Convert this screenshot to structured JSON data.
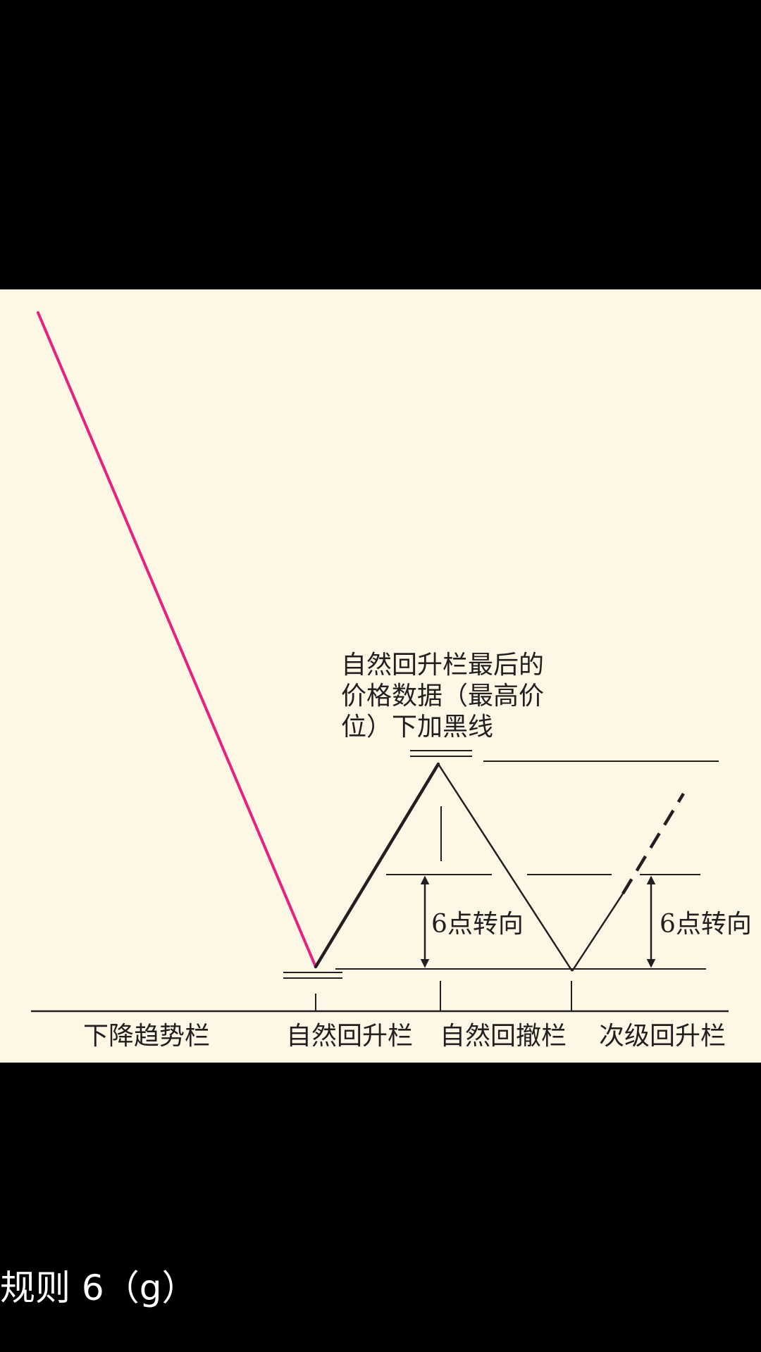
{
  "diagram": {
    "annotation_lines": [
      "自然回升栏最后的",
      "价格数据（最高价",
      "位）下加黑线"
    ],
    "turn_label_left": "6点转向",
    "turn_label_right": "6点转向",
    "column_labels": {
      "downtrend": "下降趋势栏",
      "natural_rally": "自然回升栏",
      "natural_reaction": "自然回撤栏",
      "secondary_rally": "次级回升栏"
    },
    "colors": {
      "background": "#fdf8e6",
      "downtrend_line": "#e8217f",
      "ink": "#231f20"
    }
  },
  "caption": "规则 6（g）"
}
